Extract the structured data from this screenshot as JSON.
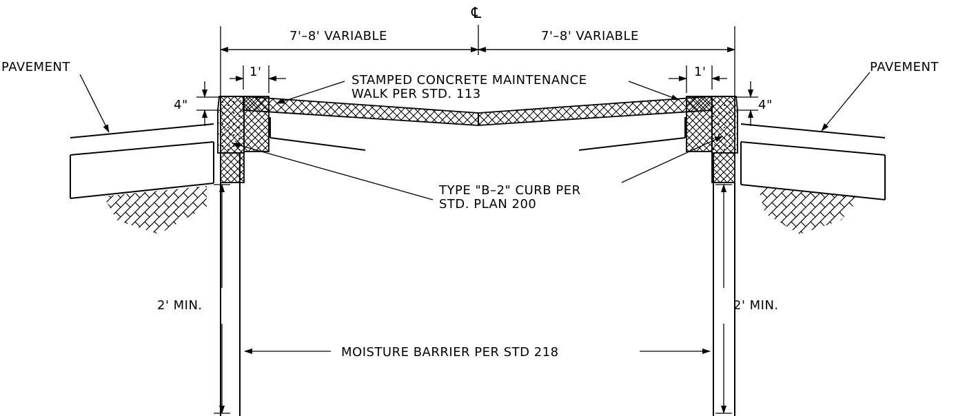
{
  "labels": {
    "centerline": "℄",
    "dim_left": "7'–8' VARIABLE",
    "dim_right": "7'–8' VARIABLE",
    "pavement_left": "PAVEMENT",
    "pavement_right": "PAVEMENT",
    "four_in_left": "4\"",
    "four_in_right": "4\"",
    "one_ft_left": "1'",
    "one_ft_right": "1'",
    "walk_line1": "STAMPED CONCRETE MAINTENANCE",
    "walk_line2": "WALK PER STD. 113",
    "curb_line1": "TYPE \"B–2\" CURB PER",
    "curb_line2": "STD. PLAN 200",
    "min_left": "2' MIN.",
    "min_right": "2' MIN.",
    "moisture": "MOISTURE BARRIER PER STD 218"
  }
}
